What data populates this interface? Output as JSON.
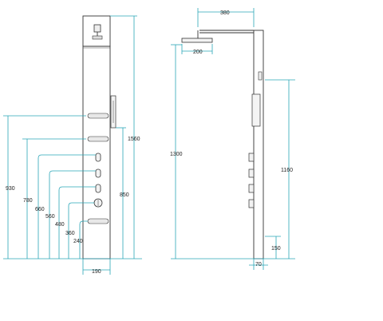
{
  "front_view": {
    "dimensions": {
      "width": "190",
      "total_height": "1560",
      "shower_head_height": "850",
      "jet_top": "930",
      "jet_2": "780",
      "control_1": "660",
      "control_2": "560",
      "control_3": "480",
      "handset": "360",
      "jet_bottom": "240"
    }
  },
  "side_view": {
    "dimensions": {
      "arm_reach": "380",
      "head_diameter": "200",
      "head_height": "1300",
      "control_span": "1160",
      "bottom_clearance": "150",
      "depth": "70"
    }
  },
  "colors": {
    "dimension_line": "#2aa6b8",
    "outline": "#333333"
  }
}
